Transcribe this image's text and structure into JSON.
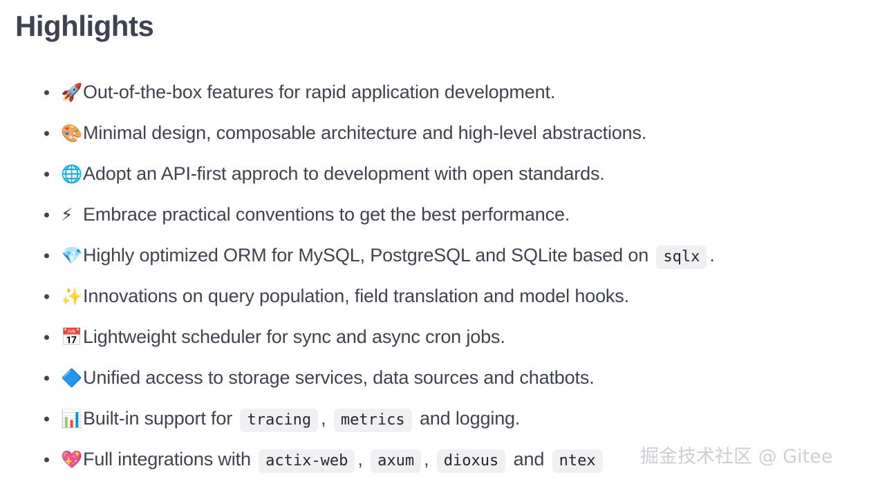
{
  "page": {
    "title": "Highlights",
    "background_color": "#ffffff",
    "text_color": "#3f4252",
    "code_background_color": "#f0f0f2"
  },
  "highlights": [
    {
      "emoji": "🚀",
      "icon_name": "rocket-emoji",
      "parts": [
        {
          "type": "text",
          "value": "Out-of-the-box features for rapid application development."
        }
      ]
    },
    {
      "emoji": "🎨",
      "icon_name": "artist-palette-emoji",
      "parts": [
        {
          "type": "text",
          "value": "Minimal design, composable architecture and high-level abstractions."
        }
      ]
    },
    {
      "emoji": "🌐",
      "icon_name": "globe-with-meridians-emoji",
      "parts": [
        {
          "type": "text",
          "value": "Adopt an API-first approch to development with open standards."
        }
      ]
    },
    {
      "emoji": "⚡",
      "icon_name": "high-voltage-emoji",
      "parts": [
        {
          "type": "text",
          "value": "Embrace practical conventions to get the best performance."
        }
      ]
    },
    {
      "emoji": "💎",
      "icon_name": "gem-stone-emoji",
      "parts": [
        {
          "type": "text",
          "value": "Highly optimized ORM for MySQL, PostgreSQL and SQLite based on "
        },
        {
          "type": "code",
          "value": "sqlx"
        },
        {
          "type": "text",
          "value": "."
        }
      ]
    },
    {
      "emoji": "✨",
      "icon_name": "sparkles-emoji",
      "parts": [
        {
          "type": "text",
          "value": "Innovations on query population, field translation and model hooks."
        }
      ]
    },
    {
      "emoji": "📅",
      "icon_name": "calendar-emoji",
      "parts": [
        {
          "type": "text",
          "value": "Lightweight scheduler for sync and async cron jobs."
        }
      ]
    },
    {
      "emoji": "🔷",
      "icon_name": "diamond-shapes-emoji",
      "parts": [
        {
          "type": "text",
          "value": "Unified access to storage services, data sources and chatbots."
        }
      ]
    },
    {
      "emoji": "📊",
      "icon_name": "bar-chart-emoji",
      "parts": [
        {
          "type": "text",
          "value": "Built-in support for "
        },
        {
          "type": "code",
          "value": "tracing"
        },
        {
          "type": "text",
          "value": ", "
        },
        {
          "type": "code",
          "value": "metrics"
        },
        {
          "type": "text",
          "value": " and logging."
        }
      ]
    },
    {
      "emoji": "💖",
      "icon_name": "sparkling-heart-emoji",
      "parts": [
        {
          "type": "text",
          "value": "Full integrations with "
        },
        {
          "type": "code",
          "value": "actix-web"
        },
        {
          "type": "text",
          "value": ", "
        },
        {
          "type": "code",
          "value": "axum"
        },
        {
          "type": "text",
          "value": ", "
        },
        {
          "type": "code",
          "value": "dioxus"
        },
        {
          "type": "text",
          "value": " and "
        },
        {
          "type": "code",
          "value": "ntex"
        }
      ]
    }
  ],
  "watermark": {
    "text": "掘金技术社区 @ Gitee",
    "color": "#c9ccd2"
  }
}
